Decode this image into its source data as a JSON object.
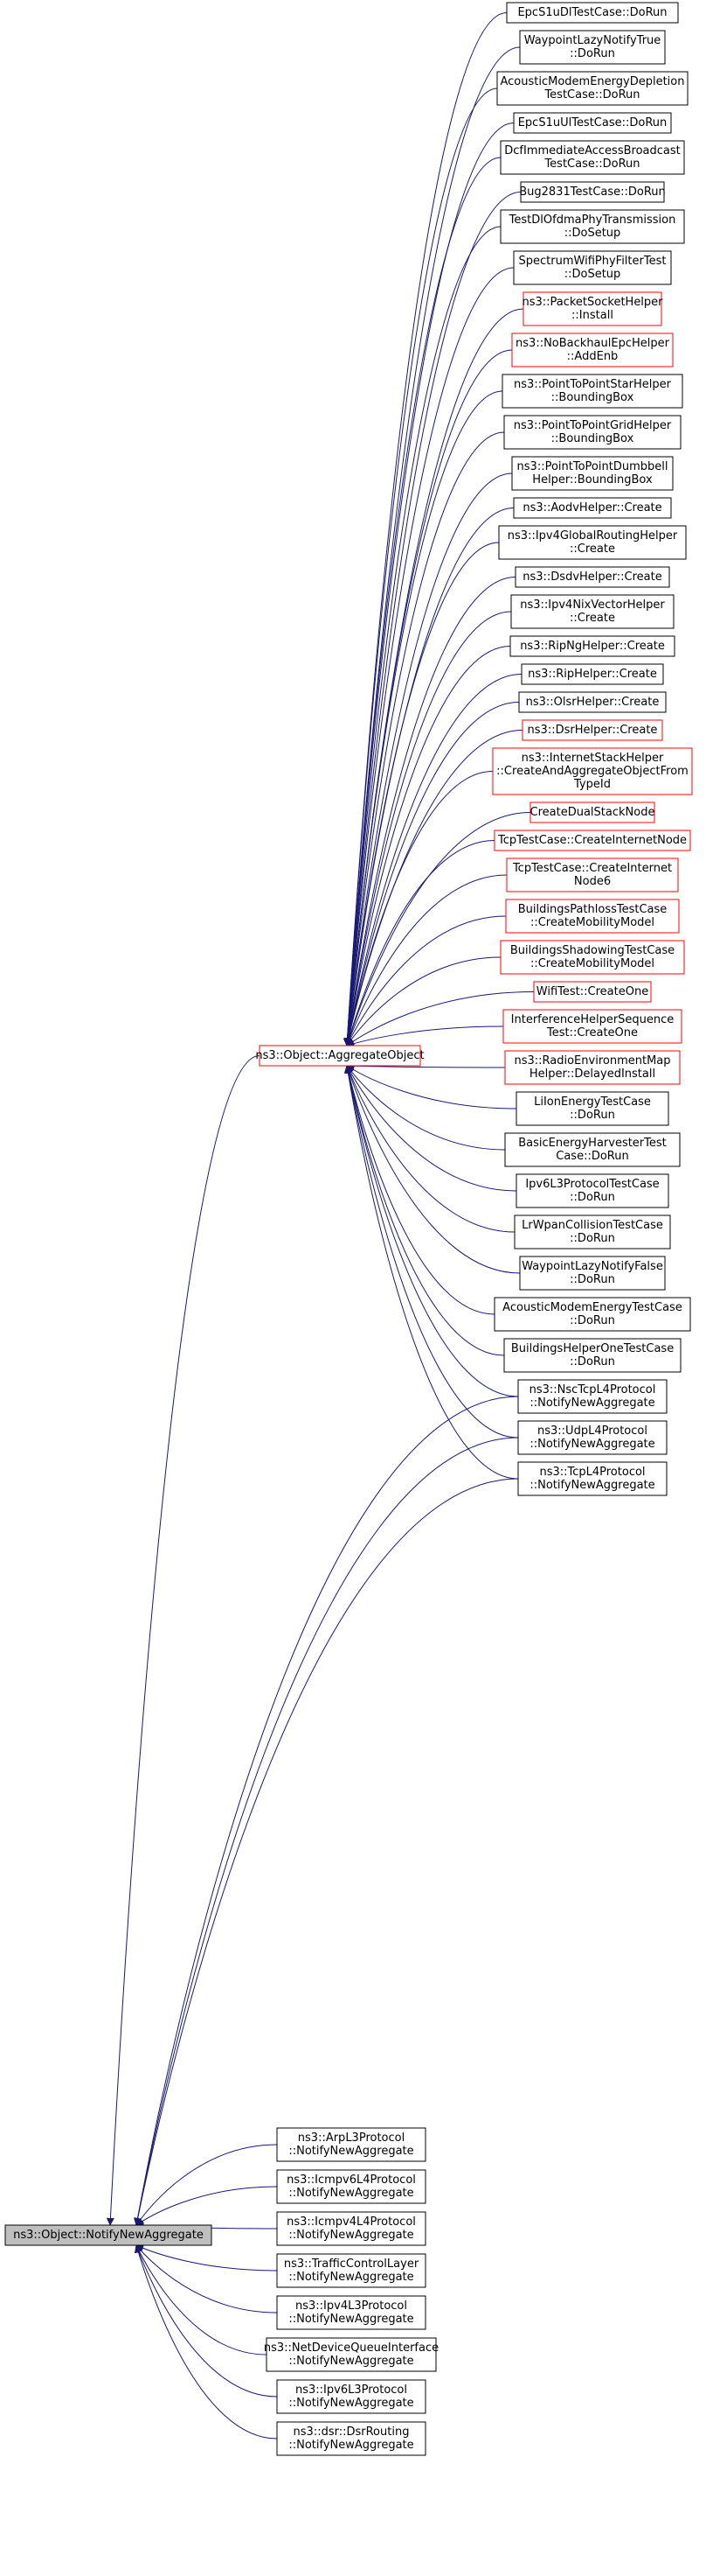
{
  "colors": {
    "edge": "#191970",
    "box_normal": "#000000",
    "box_red": "#ff0000",
    "root_fill": "#bfbfbf",
    "text": "#000000"
  },
  "root": {
    "id": "notify",
    "lines": [
      "ns3::Object::NotifyNewAggregate"
    ]
  },
  "aggregate": {
    "id": "aggregate",
    "lines": [
      "ns3::Object::AggregateObject"
    ],
    "red": true
  },
  "callers": [
    {
      "id": "c0",
      "lines": [
        "EpcS1uDlTestCase::DoRun"
      ],
      "red": false
    },
    {
      "id": "c1",
      "lines": [
        "WaypointLazyNotifyTrue",
        "::DoRun"
      ],
      "red": false
    },
    {
      "id": "c2",
      "lines": [
        "AcousticModemEnergyDepletion",
        "TestCase::DoRun"
      ],
      "red": false
    },
    {
      "id": "c3",
      "lines": [
        "EpcS1uUlTestCase::DoRun"
      ],
      "red": false
    },
    {
      "id": "c4",
      "lines": [
        "DcfImmediateAccessBroadcast",
        "TestCase::DoRun"
      ],
      "red": false
    },
    {
      "id": "c5",
      "lines": [
        "Bug2831TestCase::DoRun"
      ],
      "red": false
    },
    {
      "id": "c6",
      "lines": [
        "TestDlOfdmaPhyTransmission",
        "::DoSetup"
      ],
      "red": false
    },
    {
      "id": "c7",
      "lines": [
        "SpectrumWifiPhyFilterTest",
        "::DoSetup"
      ],
      "red": false
    },
    {
      "id": "c8",
      "lines": [
        "ns3::PacketSocketHelper",
        "::Install"
      ],
      "red": true
    },
    {
      "id": "c9",
      "lines": [
        "ns3::NoBackhaulEpcHelper",
        "::AddEnb"
      ],
      "red": true
    },
    {
      "id": "c10",
      "lines": [
        "ns3::PointToPointStarHelper",
        "::BoundingBox"
      ],
      "red": false
    },
    {
      "id": "c11",
      "lines": [
        "ns3::PointToPointGridHelper",
        "::BoundingBox"
      ],
      "red": false
    },
    {
      "id": "c12",
      "lines": [
        "ns3::PointToPointDumbbell",
        "Helper::BoundingBox"
      ],
      "red": false
    },
    {
      "id": "c13",
      "lines": [
        "ns3::AodvHelper::Create"
      ],
      "red": false
    },
    {
      "id": "c14",
      "lines": [
        "ns3::Ipv4GlobalRoutingHelper",
        "::Create"
      ],
      "red": false
    },
    {
      "id": "c15",
      "lines": [
        "ns3::DsdvHelper::Create"
      ],
      "red": false
    },
    {
      "id": "c16",
      "lines": [
        "ns3::Ipv4NixVectorHelper",
        "::Create"
      ],
      "red": false
    },
    {
      "id": "c17",
      "lines": [
        "ns3::RipNgHelper::Create"
      ],
      "red": false
    },
    {
      "id": "c18",
      "lines": [
        "ns3::RipHelper::Create"
      ],
      "red": false
    },
    {
      "id": "c19",
      "lines": [
        "ns3::OlsrHelper::Create"
      ],
      "red": false
    },
    {
      "id": "c20",
      "lines": [
        "ns3::DsrHelper::Create"
      ],
      "red": true
    },
    {
      "id": "c21",
      "lines": [
        "ns3::InternetStackHelper",
        "::CreateAndAggregateObjectFrom",
        "TypeId"
      ],
      "red": true
    },
    {
      "id": "c22",
      "lines": [
        "CreateDualStackNode"
      ],
      "red": true
    },
    {
      "id": "c23",
      "lines": [
        "TcpTestCase::CreateInternetNode"
      ],
      "red": true
    },
    {
      "id": "c24",
      "lines": [
        "TcpTestCase::CreateInternet",
        "Node6"
      ],
      "red": true
    },
    {
      "id": "c25",
      "lines": [
        "BuildingsPathlossTestCase",
        "::CreateMobilityModel"
      ],
      "red": true
    },
    {
      "id": "c26",
      "lines": [
        "BuildingsShadowingTestCase",
        "::CreateMobilityModel"
      ],
      "red": true
    },
    {
      "id": "c27",
      "lines": [
        "WifiTest::CreateOne"
      ],
      "red": true
    },
    {
      "id": "c28",
      "lines": [
        "InterferenceHelperSequence",
        "Test::CreateOne"
      ],
      "red": true
    },
    {
      "id": "c29",
      "lines": [
        "ns3::RadioEnvironmentMap",
        "Helper::DelayedInstall"
      ],
      "red": true
    },
    {
      "id": "c30",
      "lines": [
        "LiIonEnergyTestCase",
        "::DoRun"
      ],
      "red": false
    },
    {
      "id": "c31",
      "lines": [
        "BasicEnergyHarvesterTest",
        "Case::DoRun"
      ],
      "red": false
    },
    {
      "id": "c32",
      "lines": [
        "Ipv6L3ProtocolTestCase",
        "::DoRun"
      ],
      "red": false
    },
    {
      "id": "c33",
      "lines": [
        "LrWpanCollisionTestCase",
        "::DoRun"
      ],
      "red": false
    },
    {
      "id": "c34",
      "lines": [
        "WaypointLazyNotifyFalse",
        "::DoRun"
      ],
      "red": false
    },
    {
      "id": "c35",
      "lines": [
        "AcousticModemEnergyTestCase",
        "::DoRun"
      ],
      "red": false
    },
    {
      "id": "c36",
      "lines": [
        "BuildingsHelperOneTestCase",
        "::DoRun"
      ],
      "red": false
    }
  ],
  "direct_overrides": [
    {
      "id": "d0",
      "lines": [
        "ns3::NscTcpL4Protocol",
        "::NotifyNewAggregate"
      ],
      "red": false
    },
    {
      "id": "d1",
      "lines": [
        "ns3::UdpL4Protocol",
        "::NotifyNewAggregate"
      ],
      "red": false
    },
    {
      "id": "d2",
      "lines": [
        "ns3::TcpL4Protocol",
        "::NotifyNewAggregate"
      ],
      "red": false
    }
  ],
  "overrides": [
    {
      "id": "o0",
      "lines": [
        "ns3::ArpL3Protocol",
        "::NotifyNewAggregate"
      ],
      "red": false
    },
    {
      "id": "o1",
      "lines": [
        "ns3::Icmpv6L4Protocol",
        "::NotifyNewAggregate"
      ],
      "red": false
    },
    {
      "id": "o2",
      "lines": [
        "ns3::Icmpv4L4Protocol",
        "::NotifyNewAggregate"
      ],
      "red": false
    },
    {
      "id": "o3",
      "lines": [
        "ns3::TrafficControlLayer",
        "::NotifyNewAggregate"
      ],
      "red": false
    },
    {
      "id": "o4",
      "lines": [
        "ns3::Ipv4L3Protocol",
        "::NotifyNewAggregate"
      ],
      "red": false
    },
    {
      "id": "o5",
      "lines": [
        "ns3::NetDeviceQueueInterface",
        "::NotifyNewAggregate"
      ],
      "red": false
    },
    {
      "id": "o6",
      "lines": [
        "ns3::Ipv6L3Protocol",
        "::NotifyNewAggregate"
      ],
      "red": false
    },
    {
      "id": "o7",
      "lines": [
        "ns3::dsr::DsrRouting",
        "::NotifyNewAggregate"
      ],
      "red": false
    }
  ]
}
